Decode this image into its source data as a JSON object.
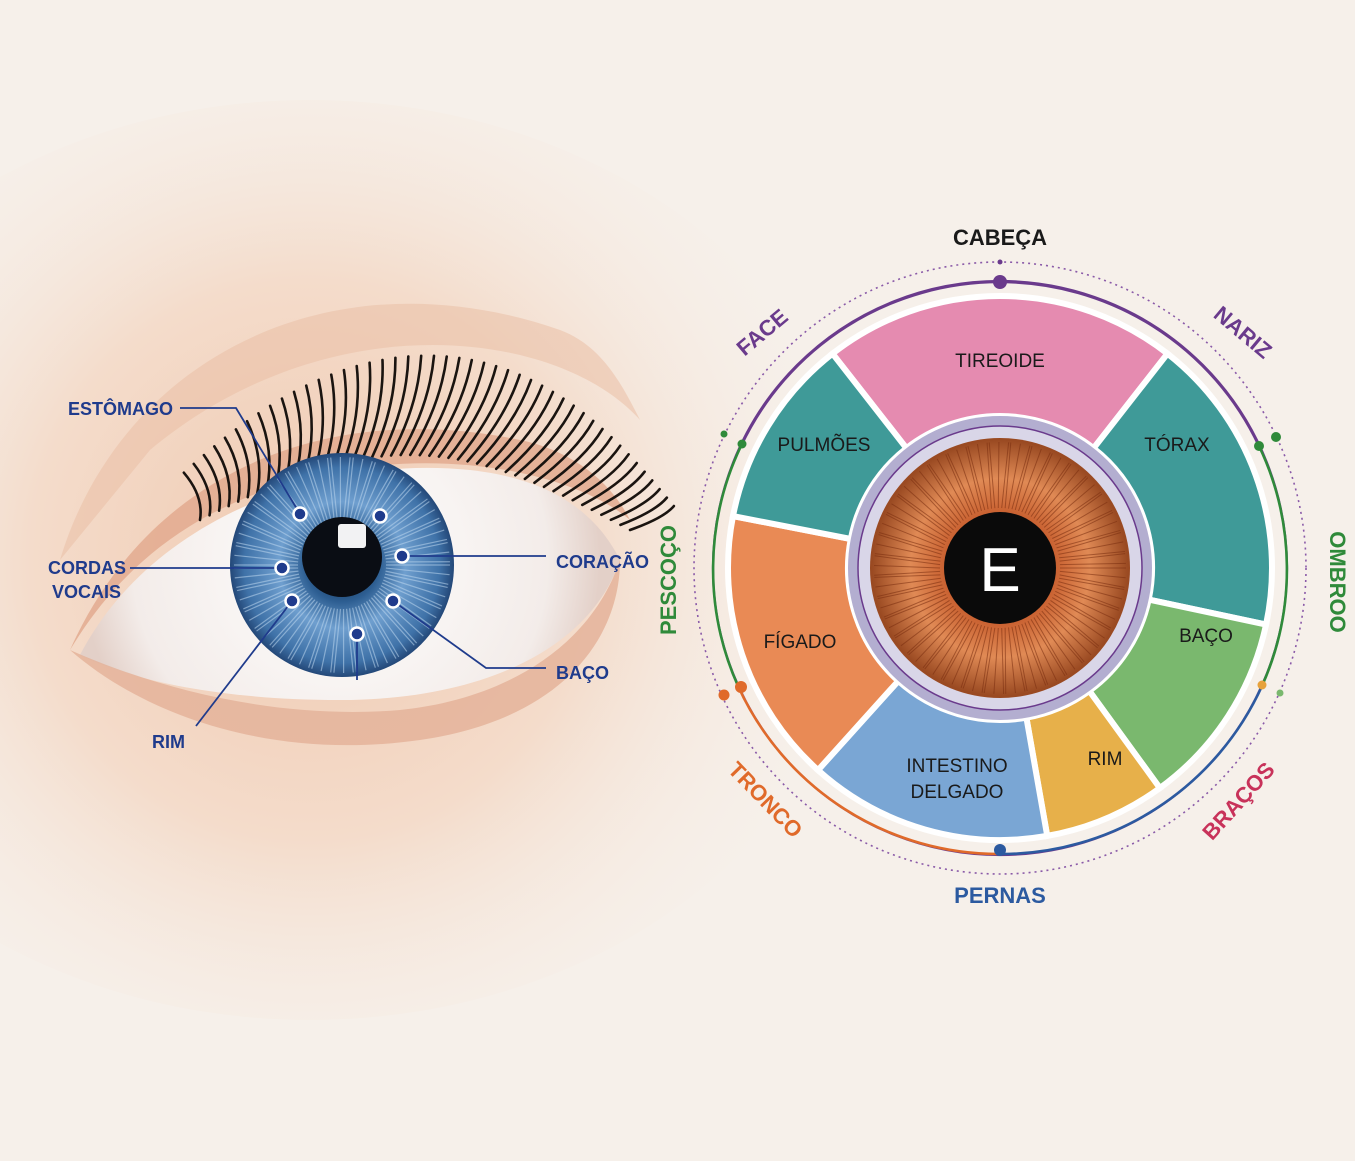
{
  "eye_labels": {
    "stomach": "ESTÔMAGO",
    "vocal_cords_line1": "CORDAS",
    "vocal_cords_line2": "VOCAIS",
    "kidney": "RIM",
    "heart": "CORAÇÃO",
    "spleen": "BAÇO"
  },
  "chart": {
    "center_letter": "E",
    "segments": {
      "thyroid": "TIREOIDE",
      "thorax": "TÓRAX",
      "spleen": "BAÇO",
      "kidney": "RIM",
      "intestine_line1": "INTESTINO",
      "intestine_line2": "DELGADO",
      "liver": "FÍGADO",
      "lungs": "PULMÕES"
    },
    "regions": {
      "head": "CABEÇA",
      "nose": "NARIZ",
      "shoulder": "OMBROO",
      "arms": "BRAÇOS",
      "legs": "PERNAS",
      "trunk": "TRONCO",
      "neck": "PESCOÇO",
      "face": "FACE"
    }
  },
  "colors": {
    "label_blue": "#1f3b8c",
    "pink": "#e58bb0",
    "teal": "#3f9a98",
    "green": "#7ab86e",
    "gold": "#e7b04a",
    "light_blue": "#7aa6d4",
    "orange": "#e98a55",
    "purple": "#6a3a8c",
    "dark_green": "#2f8a3a",
    "region_orange": "#e06a2a",
    "crimson": "#c8325a",
    "navy": "#2c5aa0"
  }
}
